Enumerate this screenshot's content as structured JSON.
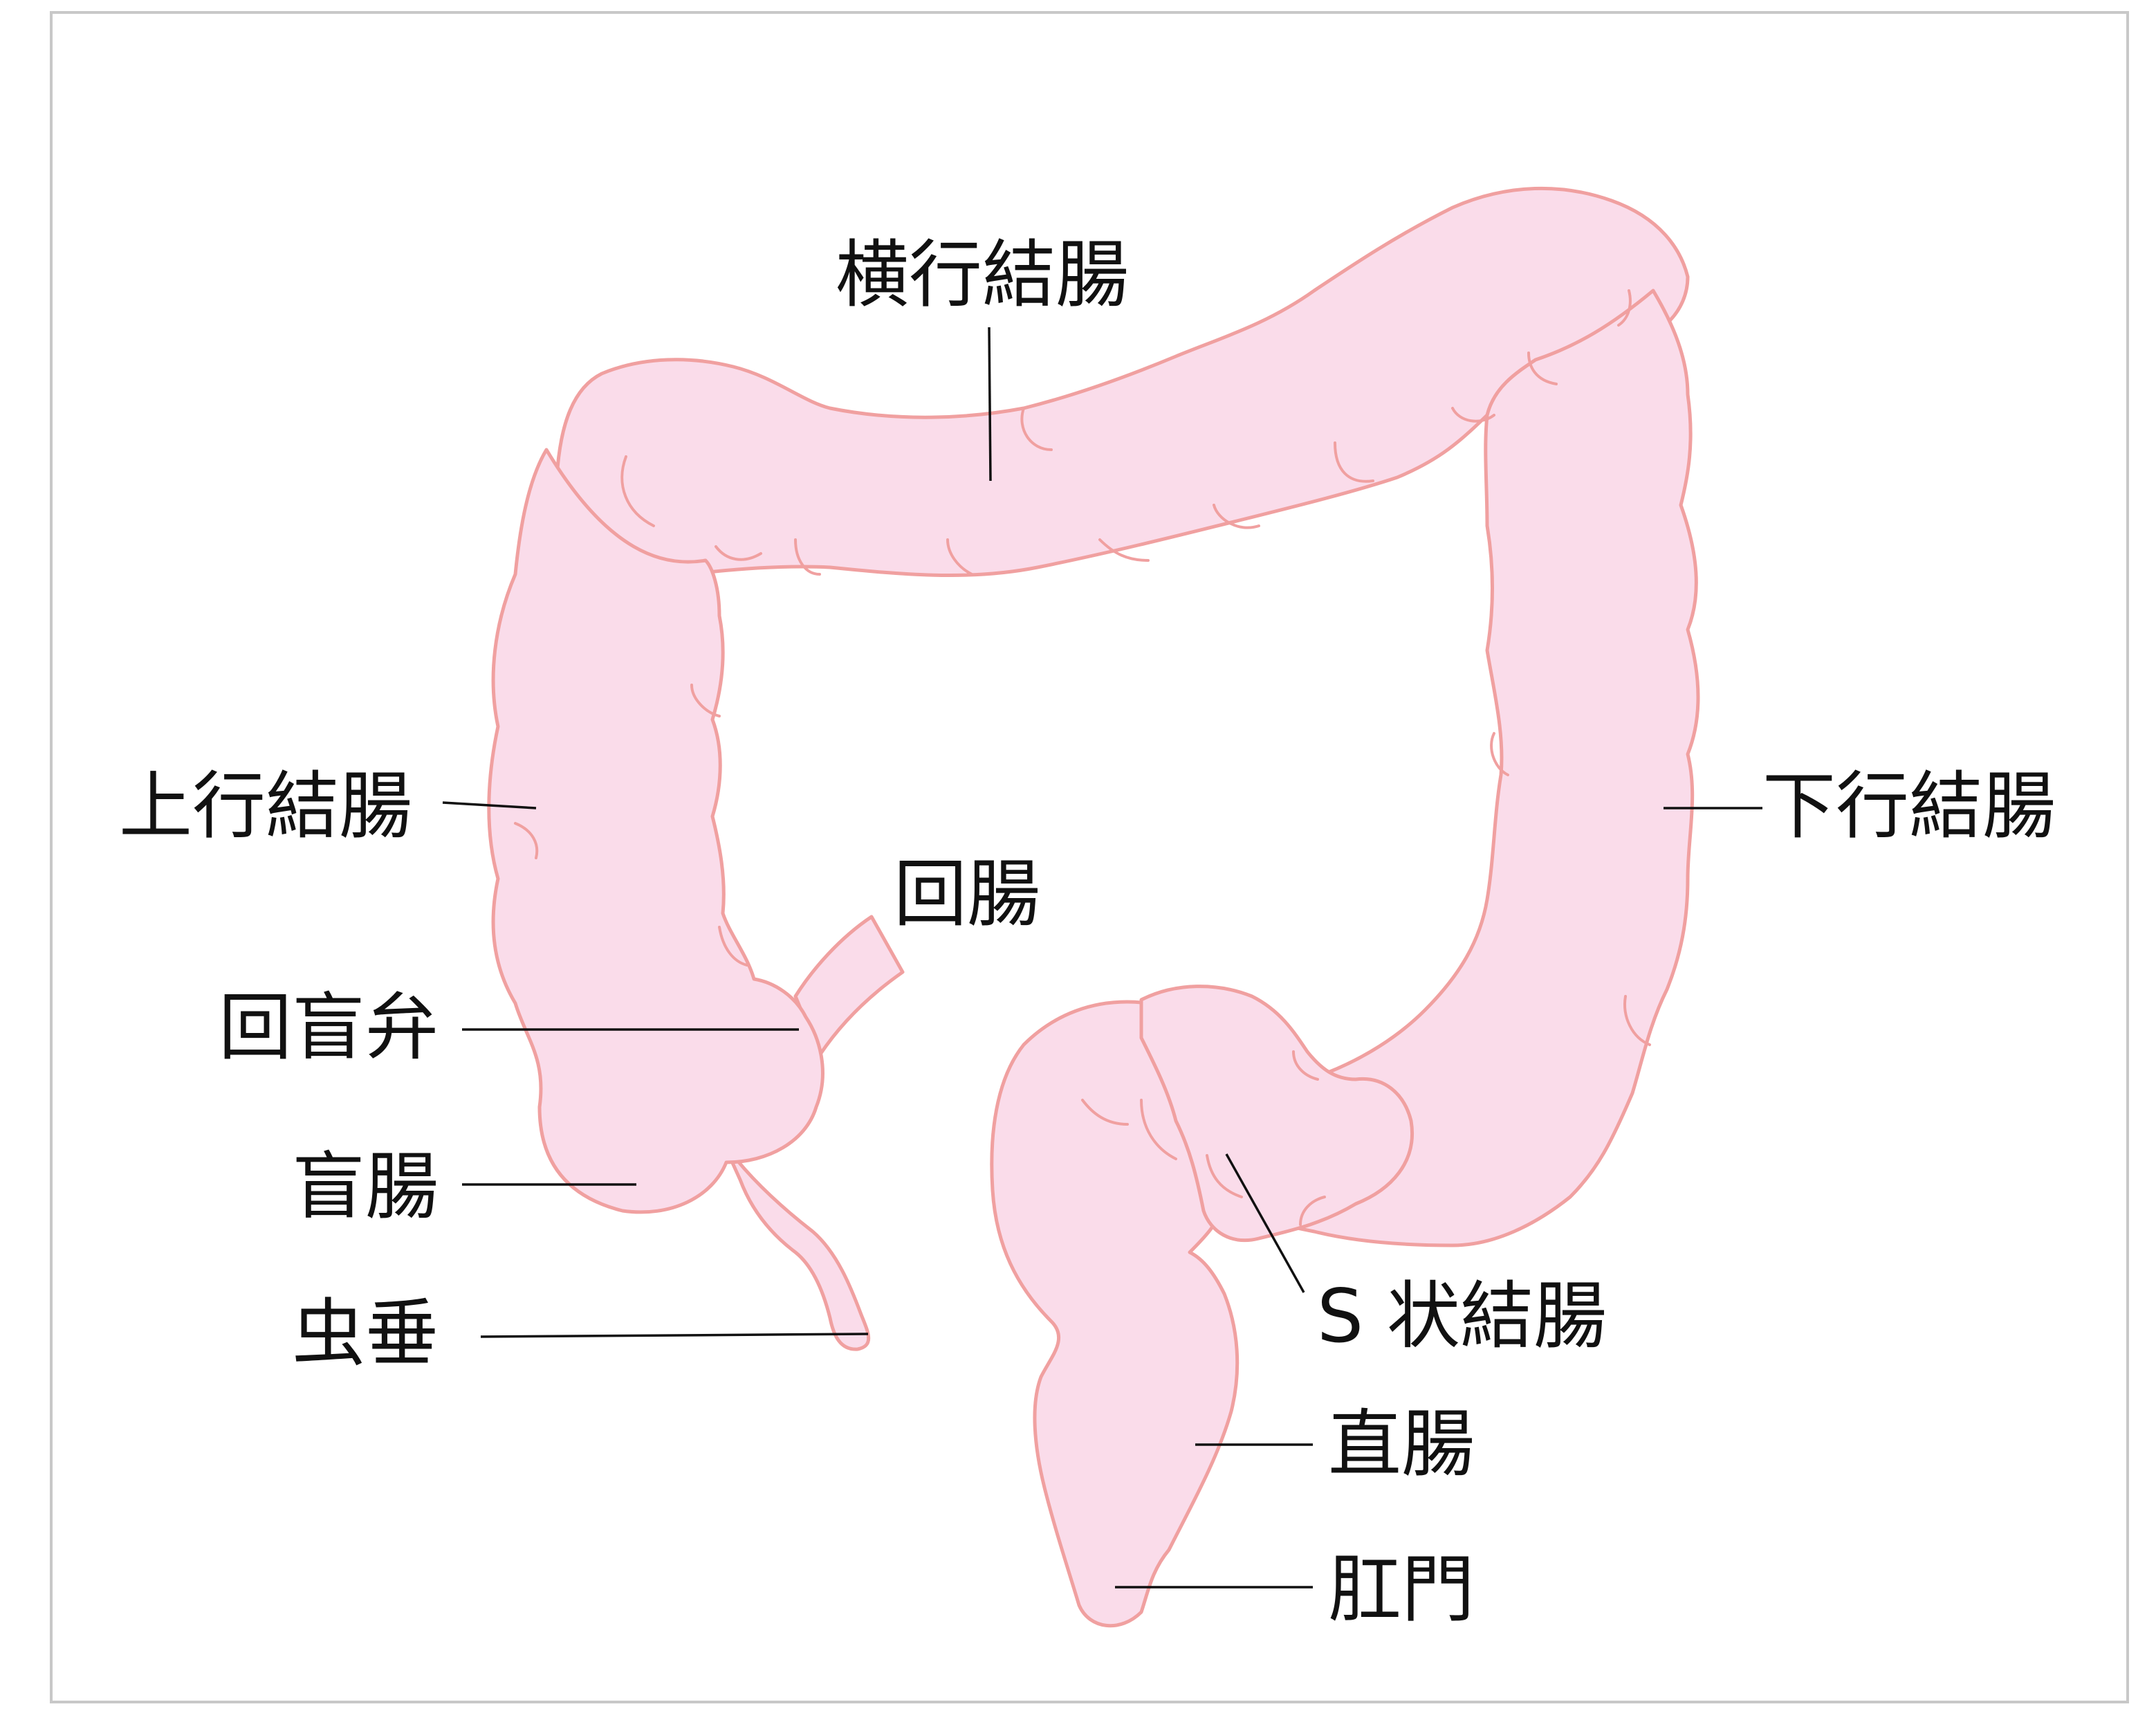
{
  "colors": {
    "organ_fill": "#fadcea",
    "organ_stroke": "#f0a0a0",
    "frame": "#c8c8c8",
    "text": "#111111"
  },
  "labels": {
    "transverse_colon": "横行結腸",
    "ascending_colon": "上行結腸",
    "descending_colon": "下行結腸",
    "ileum": "回腸",
    "ileocecal_valve": "回盲弁",
    "cecum": "盲腸",
    "appendix": "虫垂",
    "sigmoid_colon": "S 状結腸",
    "rectum": "直腸",
    "anus": "肛門"
  }
}
